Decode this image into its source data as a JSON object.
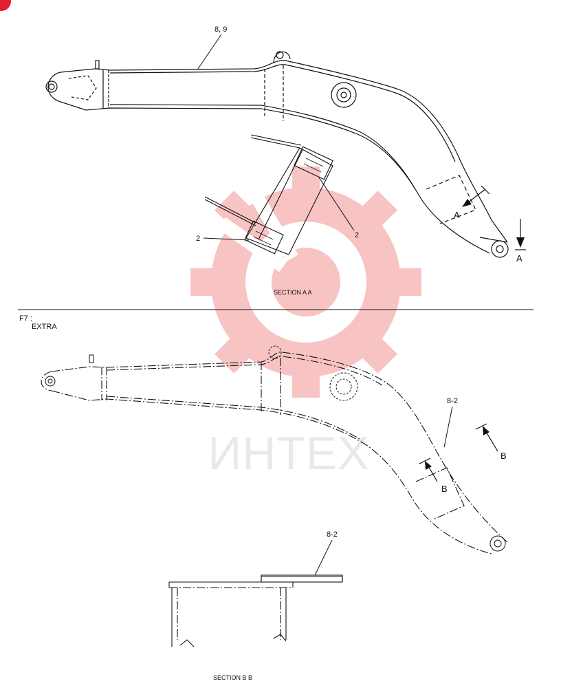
{
  "labels": {
    "top_callout": "8, 9",
    "section_aa_ref_left": "2",
    "section_aa_ref_right": "2",
    "section_aa_title": "SECTION A A",
    "arrow_a_upper": "A",
    "arrow_a_lower": "A",
    "f7_code": "F7 :",
    "f7_text": "EXTRA",
    "callout_8_2_mid": "8-2",
    "arrow_b_right": "B",
    "arrow_b_left": "B",
    "callout_8_2_bottom": "8-2",
    "section_bb_title": "SECTION B B"
  },
  "watermark": {
    "text": "ИНТЕХ",
    "logo_icon": "gear-logo-icon",
    "color": "#f06a6a"
  },
  "colors": {
    "line": "#111111",
    "badge": "#e0202f"
  }
}
